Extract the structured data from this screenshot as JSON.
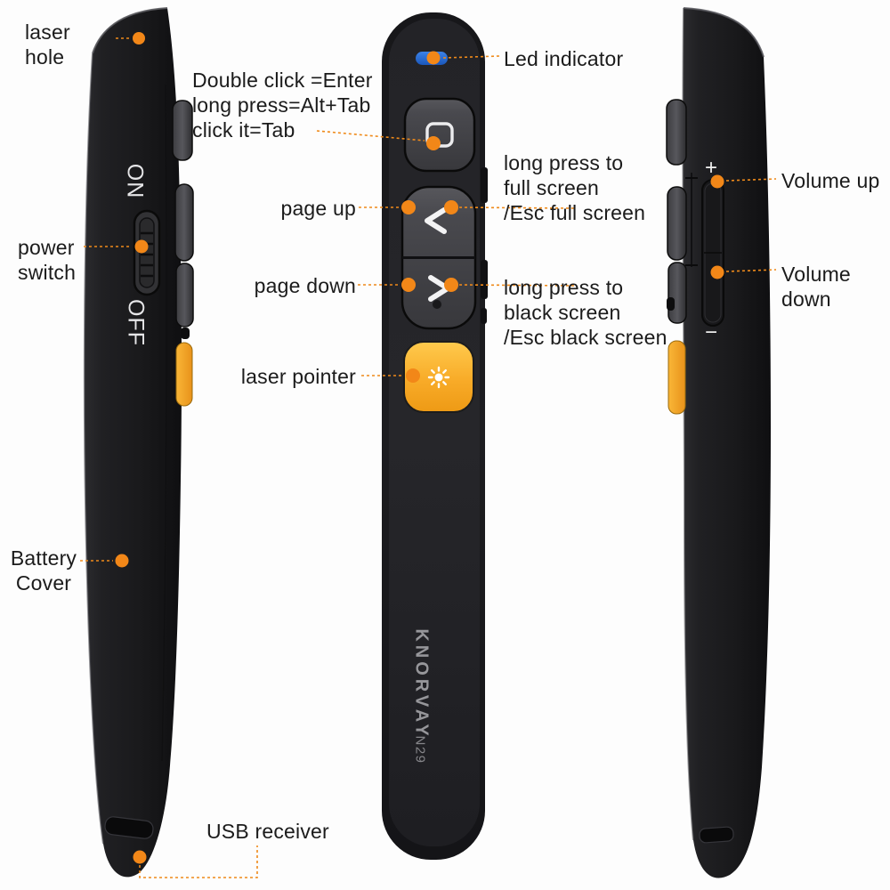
{
  "labels": {
    "laser_hole": {
      "line1": "laser",
      "line2": "hole"
    },
    "tab_button_note": {
      "line1": "Double click =Enter",
      "line2": "long press=Alt+Tab",
      "line3": "click it=Tab"
    },
    "led_indicator": "Led indicator",
    "page_up": "page up",
    "full_screen_note": {
      "line1": "long press to",
      "line2": "full screen",
      "line3": "/Esc full screen"
    },
    "page_down": "page down",
    "black_screen_note": {
      "line1": "long press to",
      "line2": "black screen",
      "line3": "/Esc black screen"
    },
    "laser_pointer": "laser pointer",
    "power_switch": {
      "line1": "power",
      "line2": "switch"
    },
    "battery_cover": {
      "line1": "Battery",
      "line2": "Cover"
    },
    "usb_receiver": "USB receiver",
    "volume_up": "Volume up",
    "volume_down": {
      "line1": "Volume",
      "line2": "down"
    }
  },
  "device": {
    "left_view": {
      "power_on": "ON",
      "power_off": "OFF"
    },
    "front_view": {
      "brand": "KNORVAY",
      "model": "N29"
    },
    "right_view": {
      "volume_plus": "+",
      "volume_minus": "−"
    }
  },
  "icons": {
    "led_indicator_light": "blue-pill",
    "tab_key_icon": "rounded-rectangle-outline",
    "page_up_icon": "chevron-left",
    "page_down_icon": "chevron-right",
    "laser_icon": "starburst"
  },
  "colors": {
    "annotation_orange": "#f08718",
    "led_blue": "#2469d2",
    "laser_button_yellow": "#f7a823",
    "body_black": "#1c1c1e",
    "button_gray": "#45454a",
    "label_text": "#1b1b1b"
  }
}
